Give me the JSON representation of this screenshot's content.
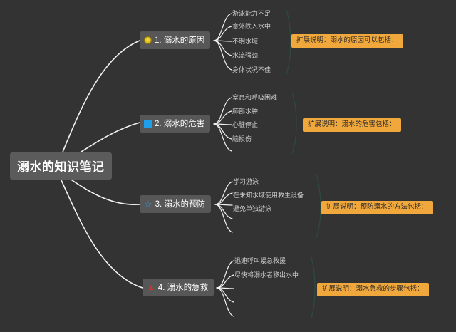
{
  "theme": {
    "background": "#333333",
    "node_fill": "#5a5a5a",
    "node_text": "#ffffff",
    "leaf_text": "#cfcfcf",
    "wire": "#f2f2f2",
    "bracket": "#2f4a3e",
    "callout_fill": "#f0a73c",
    "callout_text": "#2b2b2b"
  },
  "root": {
    "label": "溺水的知识笔记"
  },
  "branches": [
    {
      "label": "1. 溺水的原因",
      "icon": "medal-icon",
      "icon_color": "#d9b81b",
      "leaves": [
        "游泳能力不足",
        "意外跌入水中",
        "不明水域",
        "水流强劲",
        "身体状况不佳"
      ],
      "callout": "扩展说明：溺水的原因可以包括："
    },
    {
      "label": "2. 溺水的危害",
      "icon": "blue-square-icon",
      "icon_color": "#1e9fe8",
      "leaves": [
        "窒息和呼吸困难",
        "肺部水肿",
        "心脏停止",
        "脑损伤"
      ],
      "callout": "扩展说明：溺水的危害包括："
    },
    {
      "label": "3. 溺水的预防",
      "icon": "star-icon",
      "icon_color": "#2e9fe0",
      "leaves": [
        "学习游泳",
        "在未知水域使用救生设备",
        "避免单独游泳"
      ],
      "callout": "扩展说明：预防溺水的方法包括："
    },
    {
      "label": "4. 溺水的急救",
      "icon": "red-mark-icon",
      "icon_color": "#c0392b",
      "leaves": [
        "迅速呼叫紧急救援",
        "尽快将溺水者移出水中"
      ],
      "callout": "扩展说明：溺水急救的步骤包括："
    }
  ]
}
